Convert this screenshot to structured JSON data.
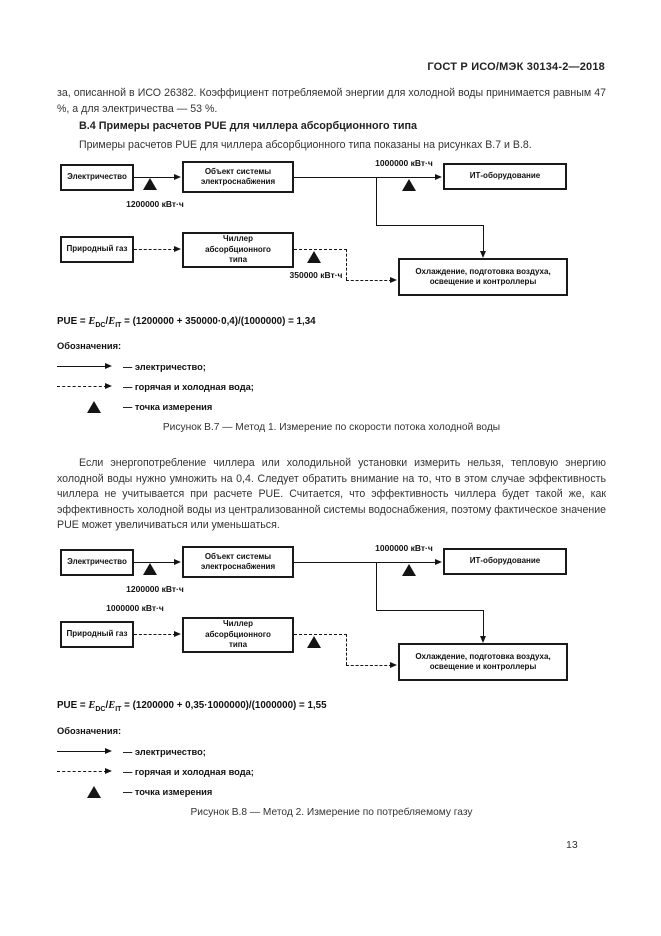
{
  "page": {
    "header": "ГОСТ Р ИСО/МЭК 30134-2—2018",
    "page_number": "13"
  },
  "intro": {
    "paragraph": "за, описанной в ИСО 26382. Коэффициент потребляемой энергии для холодной воды принимается равным 47 %, а для электричества — 53 %.",
    "section_heading": "В.4  Примеры расчетов PUE для чиллера абсорбционного типа",
    "section_intro": "Примеры расчетов PUE для чиллера абсорбционного типа показаны на рисунках В.7 и В.8."
  },
  "middle_paragraph": "Если энергопотребление чиллера или холодильной установки измерить нельзя, тепловую энергию холодной воды нужно умножить на 0,4. Следует обратить внимание на то, что в этом случае эффективность чиллера не учитывается при расчете PUE. Считается, что эффективность чиллера будет такой же, как эффективность холодной воды из централизованной системы водоснабжения, поэтому фактическое значение PUE может увеличиваться или уменьшаться.",
  "diagrams": {
    "boxes": {
      "electricity": "Электричество",
      "supply": "Объект системы\nэлектроснабжения",
      "it": "ИТ-оборудование",
      "gas": "Природный газ",
      "chiller": "Чиллер\nабсорбционного\nтипа",
      "cooling": "Охлаждение, подготовка воздуха,\nосвещение и контроллеры"
    },
    "fig7": {
      "electricity_meter": "1200000 кВт·ч",
      "it_meter": "1000000 кВт·ч",
      "chiller_meter": "350000 кВт·ч",
      "formula": {
        "p1": "PUE = ",
        "e": "E",
        "sub_dc": "DC",
        "slash": "/",
        "sub_it": "IT",
        "p2": " = (1200000 +  350000·0,4)/(1000000) = 1,34"
      },
      "caption": "Рисунок В.7 — Метод 1. Измерение по скорости потока холодной воды"
    },
    "fig8": {
      "electricity_meter": "1200000 кВт·ч",
      "it_meter": "1000000 кВт·ч",
      "gas_meter": "1000000 кВт·ч",
      "formula": {
        "p1": "PUE = ",
        "e": "E",
        "sub_dc": "DC",
        "slash": "/",
        "sub_it": "IT",
        "p2": " = (1200000 +  0,35·1000000)/(1000000) = 1,55"
      },
      "caption": "Рисунок В.8 — Метод 2. Измерение по потребляемому газу"
    },
    "legend": {
      "title": "Обозначения:",
      "electricity": "— электричество;",
      "water": "— горячая и холодная вода;",
      "point": "— точка измерения"
    }
  }
}
